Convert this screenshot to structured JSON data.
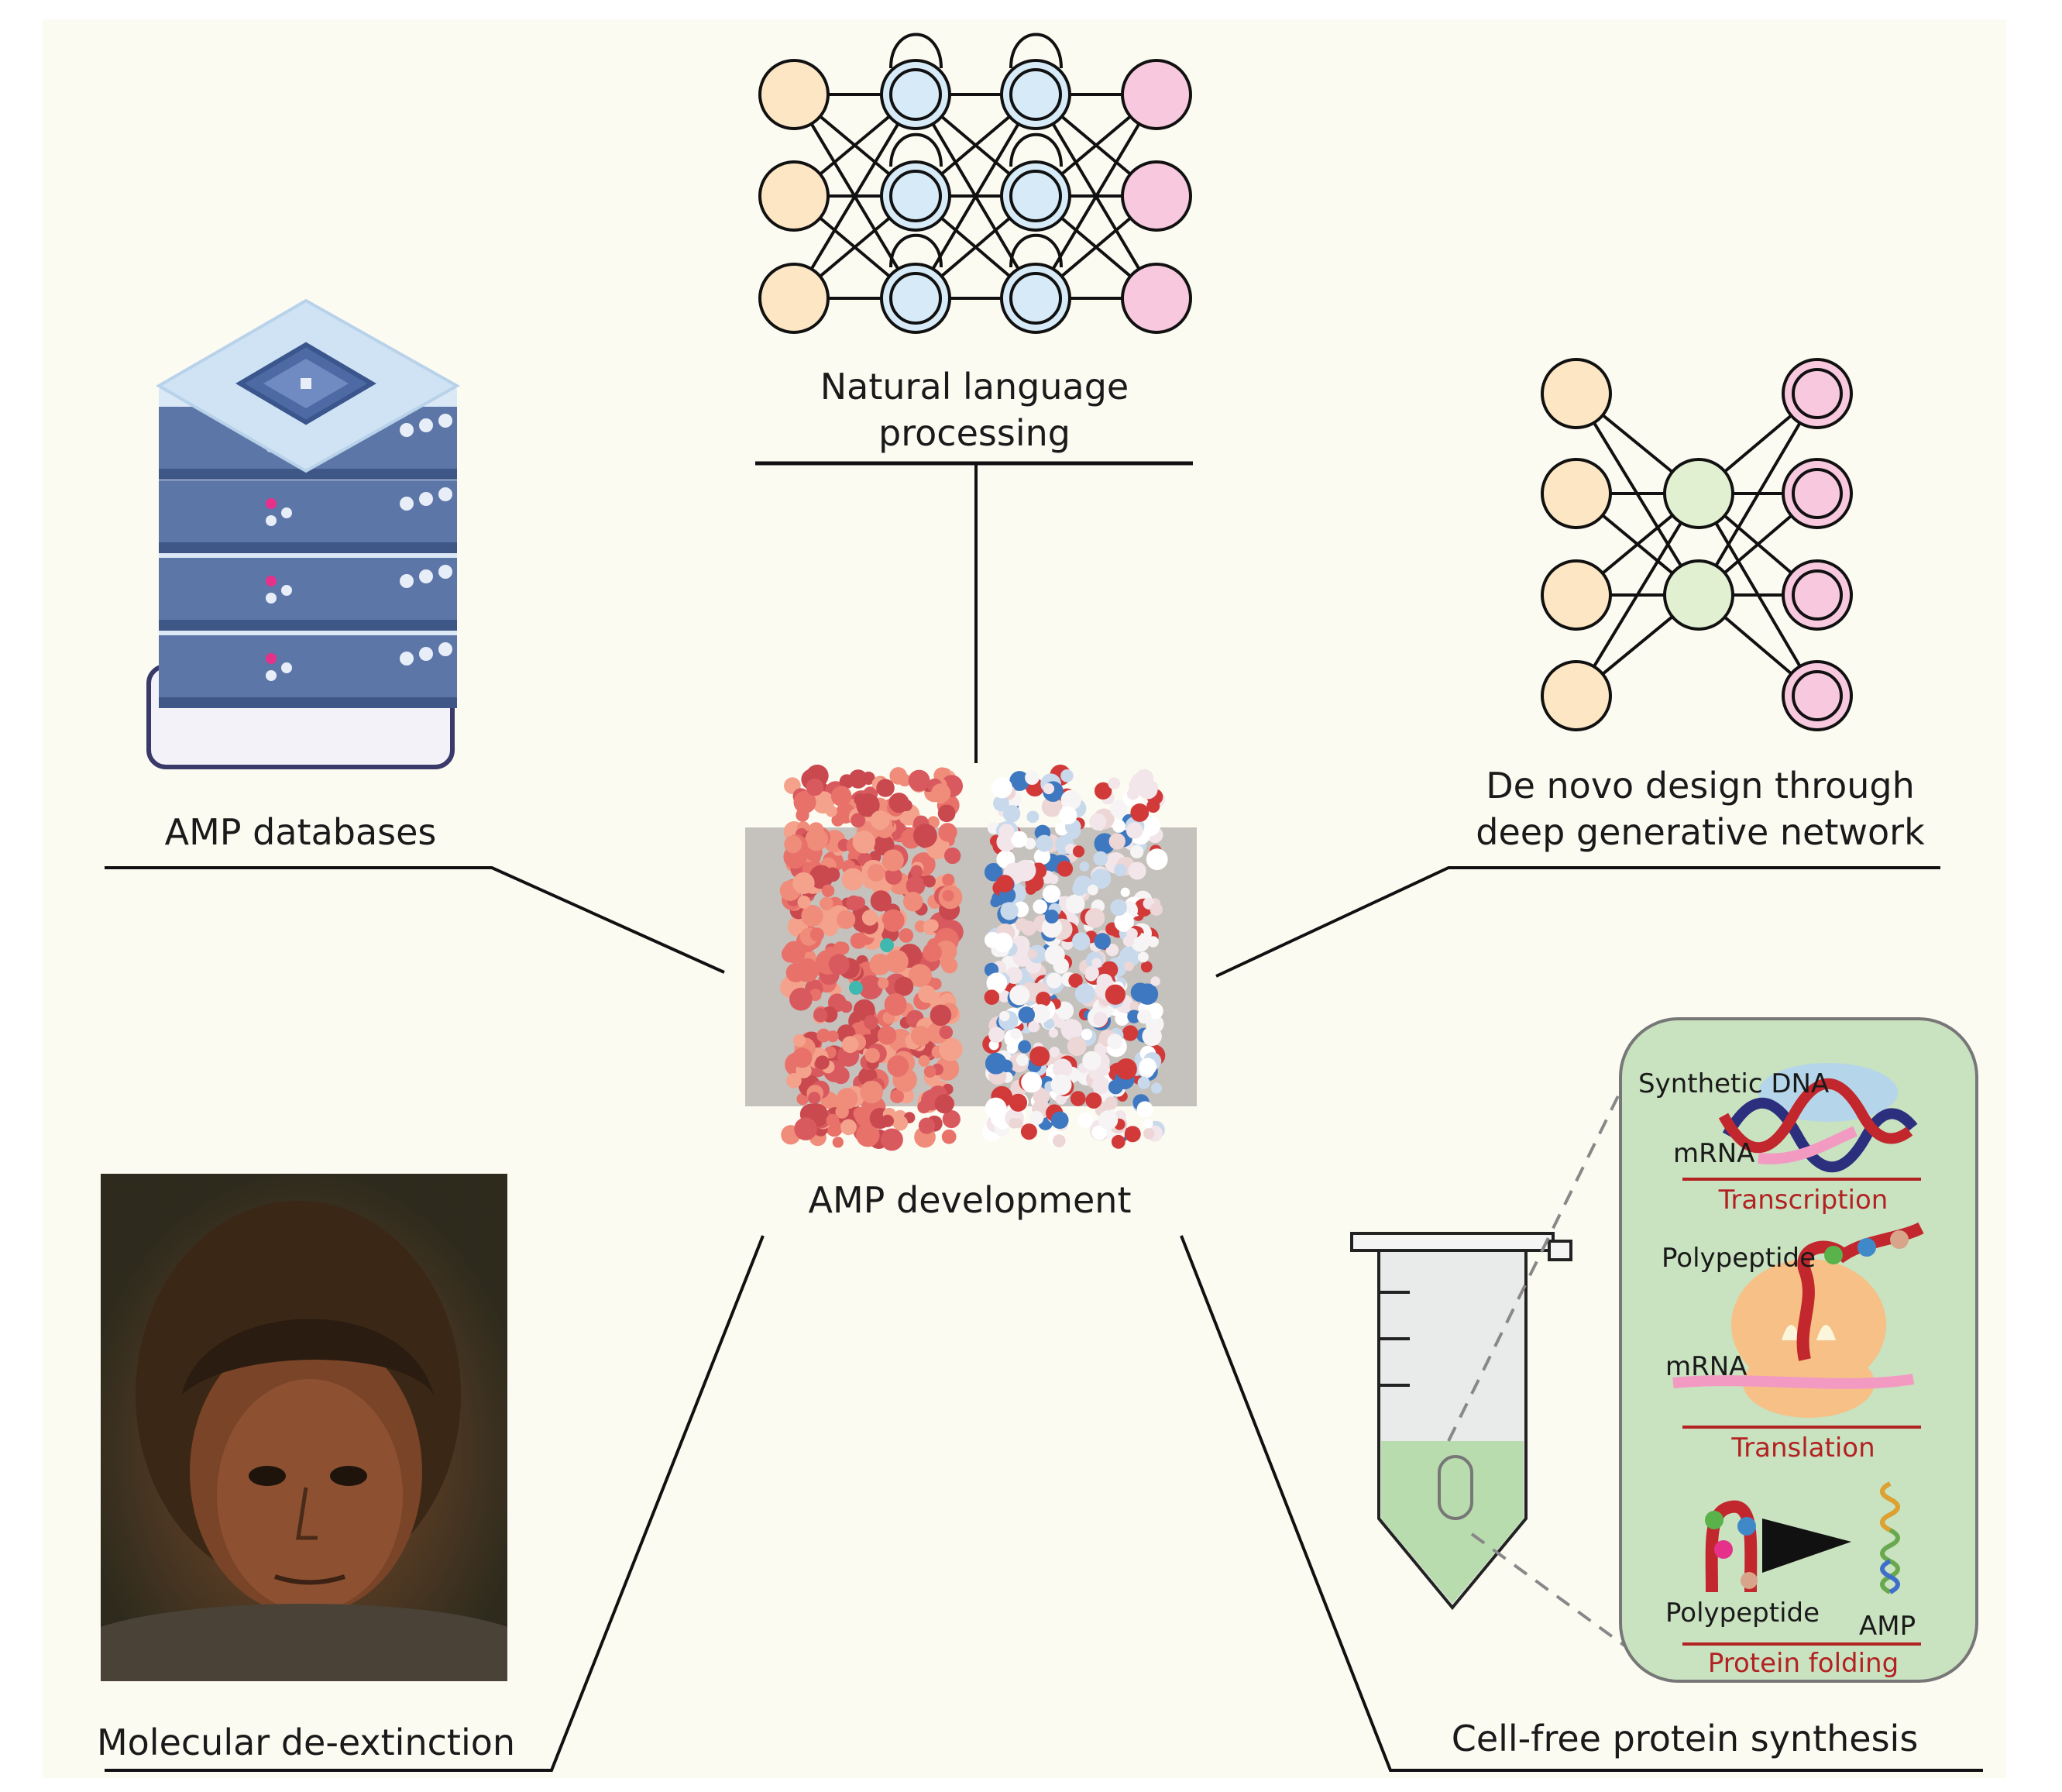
{
  "labels": {
    "nlp_line1": "Natural language",
    "nlp_line2": "processing",
    "amp_databases": "AMP databases",
    "denovo_line1": "De novo design through",
    "denovo_line2": "deep generative network",
    "amp_development": "AMP development",
    "molecular_deextinction": "Molecular de-extinction",
    "cell_free": "Cell-free protein synthesis"
  },
  "cfps": {
    "synthetic_dna": "Synthetic DNA",
    "mrna_1": "mRNA",
    "transcription": "Transcription",
    "polypeptide_1": "Polypeptide",
    "mrna_2": "mRNA",
    "translation": "Translation",
    "polypeptide_2": "Polypeptide",
    "amp": "AMP",
    "protein_folding": "Protein folding"
  },
  "colors": {
    "background": "#fcfbf2",
    "input_node": "#fde6c4",
    "hidden_node": "#d6ebf7",
    "output_node": "#f8c8df",
    "latent_node": "#e1f0d0",
    "membrane": "#c5c1bd",
    "cell_panel": "#c9e2c0",
    "server_top": "#cfe3f4",
    "server_side": "#5d76a8"
  }
}
